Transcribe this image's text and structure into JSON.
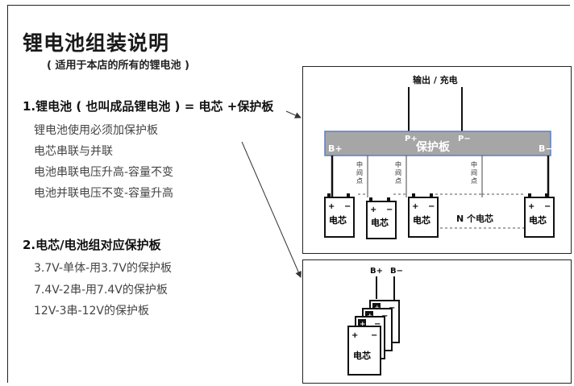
{
  "header": {
    "title": "锂电池组装说明",
    "subtitle": "( 适用于本店的所有的锂电池 )"
  },
  "section1": {
    "heading": "1.锂电池 ( 也叫成品锂电池 ) = 电芯 +保护板",
    "items": [
      "锂电池使用必须加保护板",
      "电芯串联与并联",
      "电池串联电压升高-容量不变",
      "电池并联电压不变-容量升高"
    ]
  },
  "section2": {
    "heading": "2.电芯/电池组对应保护板",
    "items": [
      "3.7V-单体-用3.7V的保护板",
      "7.4V-2串-用7.4V的保护板",
      "12V-3串-12V的保护板"
    ]
  },
  "diagram1": {
    "output_label": "输出 / 充电",
    "board_label": "保护板",
    "p_plus": "P+",
    "p_minus": "P−",
    "b_plus": "B+",
    "b_minus": "B−",
    "midpoint_label": "中间点",
    "cell_label": "电芯",
    "n_cells_label": "N 个电芯",
    "plus_sign": "+",
    "minus_sign": "−",
    "board_color": "#a6a6a6",
    "board_border_color": "#5b7fc4"
  },
  "diagram2": {
    "b_plus": "B+",
    "b_minus": "B−",
    "cell_label": "电芯",
    "plus_sign": "+",
    "minus_sign": "−"
  }
}
